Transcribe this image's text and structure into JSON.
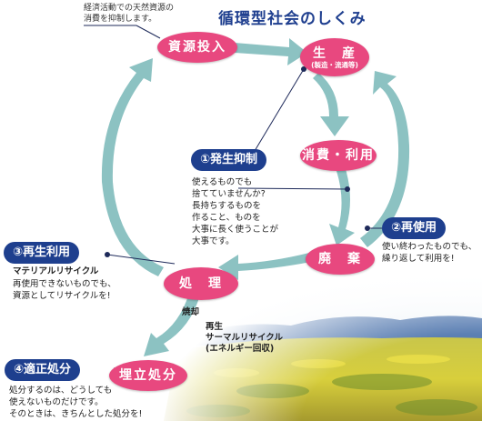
{
  "title": "循環型社会のしくみ",
  "top_note": [
    "経済活動での天然資源の",
    "消費を抑制します。"
  ],
  "nodes": {
    "input": {
      "label": "資源投入"
    },
    "production": {
      "label": "生　産",
      "sub": "(製造・流通等)"
    },
    "consumption": {
      "label": "消費・利用"
    },
    "waste": {
      "label": "廃　棄"
    },
    "treatment": {
      "label": "処　理"
    },
    "landfill": {
      "label": "埋立処分"
    }
  },
  "principles": {
    "reduce": {
      "label": "①発生抑制",
      "note": [
        "使えるものでも",
        "捨てていませんか?",
        "長持ちするものを",
        "作ること、ものを",
        "大事に長く使うことが",
        "大事です。"
      ]
    },
    "reuse": {
      "label": "②再使用",
      "note": [
        "使い終わったものでも、",
        "繰り返して利用を!"
      ]
    },
    "recycle": {
      "label": "③再生利用",
      "heading": "マテリアルリサイクル",
      "note": [
        "再使用できないものでも、",
        "資源としてリサイクルを!"
      ]
    },
    "disposal": {
      "label": "④適正処分",
      "note": [
        "処分するのは、どうしても",
        "使えないものだけです。",
        "そのときは、きちんとした処分を!"
      ]
    }
  },
  "labels": {
    "incineration": "焼却",
    "thermal": [
      "再生",
      "サーマルリサイクル",
      "(エネルギー回収)"
    ]
  },
  "colors": {
    "node": "#e8487f",
    "pill": "#1e3f8e",
    "arrow": "#8cc2c2",
    "title": "#1f3f8f"
  }
}
